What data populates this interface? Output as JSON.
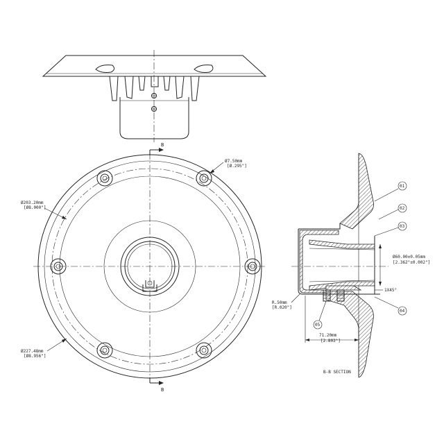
{
  "drawing": {
    "section_marker": "B",
    "section_title": "B-B SECTION",
    "dimensions": {
      "hole_dia": {
        "mm": "Ø7.50mm",
        "in": "[Ø.295\"]"
      },
      "bolt_circle": {
        "mm": "Ø203.20mm",
        "in": "[Ø8.000\"]"
      },
      "outer_dia": {
        "mm": "Ø227.48mm",
        "in": "[Ø8.956\"]"
      },
      "bore_dia": {
        "mm": "Ø60.00±0.05mm",
        "in": "[2.362\"±0.002\"]"
      },
      "radius": {
        "mm": "R.50mm",
        "in": "[R.020\"]"
      },
      "chamfer": "1X45°",
      "height": {
        "mm": "71.20mm",
        "in": "[2.803\"]"
      }
    },
    "callouts": [
      "01",
      "02",
      "03",
      "04",
      "05"
    ]
  }
}
